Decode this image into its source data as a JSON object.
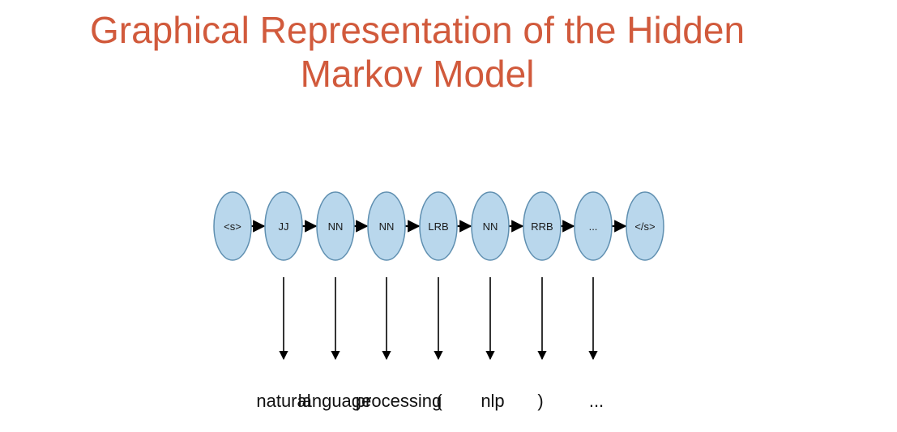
{
  "title": {
    "line1": "Graphical Representation of the Hidden",
    "line2": "Markov Model"
  },
  "diagram": {
    "states": [
      "<s>",
      "JJ",
      "NN",
      "NN",
      "LRB",
      "NN",
      "RRB",
      "...",
      "</s>"
    ],
    "observations": [
      "natural",
      "language",
      "processing",
      "(",
      "nlp",
      ")",
      "..."
    ],
    "colors": {
      "state_fill": "#b9d7ec",
      "state_stroke": "#5f8fb0",
      "arrow": "#000000",
      "title": "#d15a3c"
    }
  }
}
